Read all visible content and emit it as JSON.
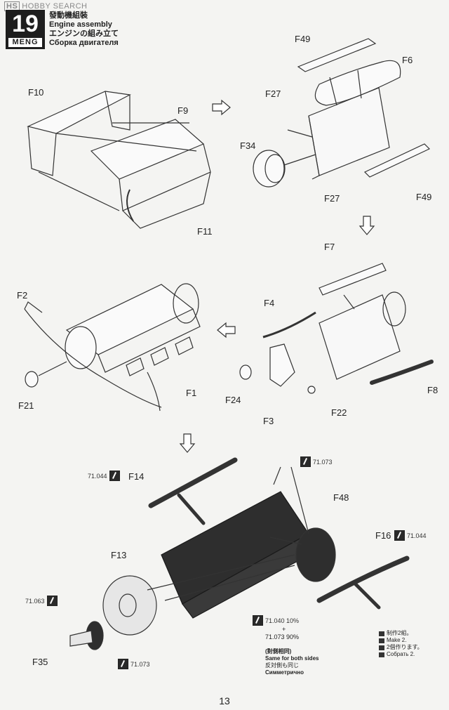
{
  "header": {
    "watermark": "HOBBY SEARCH",
    "watermark_mark": "HS",
    "step_number": "19",
    "brand": "MENG",
    "title_jp": "發動機組裝",
    "title_en": "Engine assembly",
    "title_jp2": "エンジンの組み立て",
    "title_ru": "Сборка двигателя"
  },
  "labels": {
    "f10": "F10",
    "f9": "F9",
    "f11": "F11",
    "f49_top": "F49",
    "f6": "F6",
    "f27_top": "F27",
    "f34": "F34",
    "f27_bottom": "F27",
    "f49_bottom": "F49",
    "f7": "F7",
    "f4": "F4",
    "f24": "F24",
    "f3": "F3",
    "f22": "F22",
    "f8": "F8",
    "f2": "F2",
    "f21": "F21",
    "f1": "F1",
    "f14": "F14",
    "f48": "F48",
    "f16": "F16",
    "f13": "F13",
    "f35": "F35"
  },
  "paint_refs": {
    "f14_ref": "71.044",
    "f48_ref": "71.073",
    "f16_ref": "71.044",
    "f13_ref": "71.063",
    "f35_ref": "71.073",
    "body_ref": "71.040 10%"
  },
  "paint_note": {
    "plus": "+",
    "mix2": "71.073 90%",
    "sides_cn": "(對側相同)",
    "sides_en": "Same for both sides",
    "sides_jp": "反対側も同じ",
    "sides_ru": "Симметрично"
  },
  "make_two": {
    "cn": "制作2組。",
    "en": "Make 2.",
    "jp": "2個作ります。",
    "ru": "Собрать 2."
  },
  "page_number": "13"
}
